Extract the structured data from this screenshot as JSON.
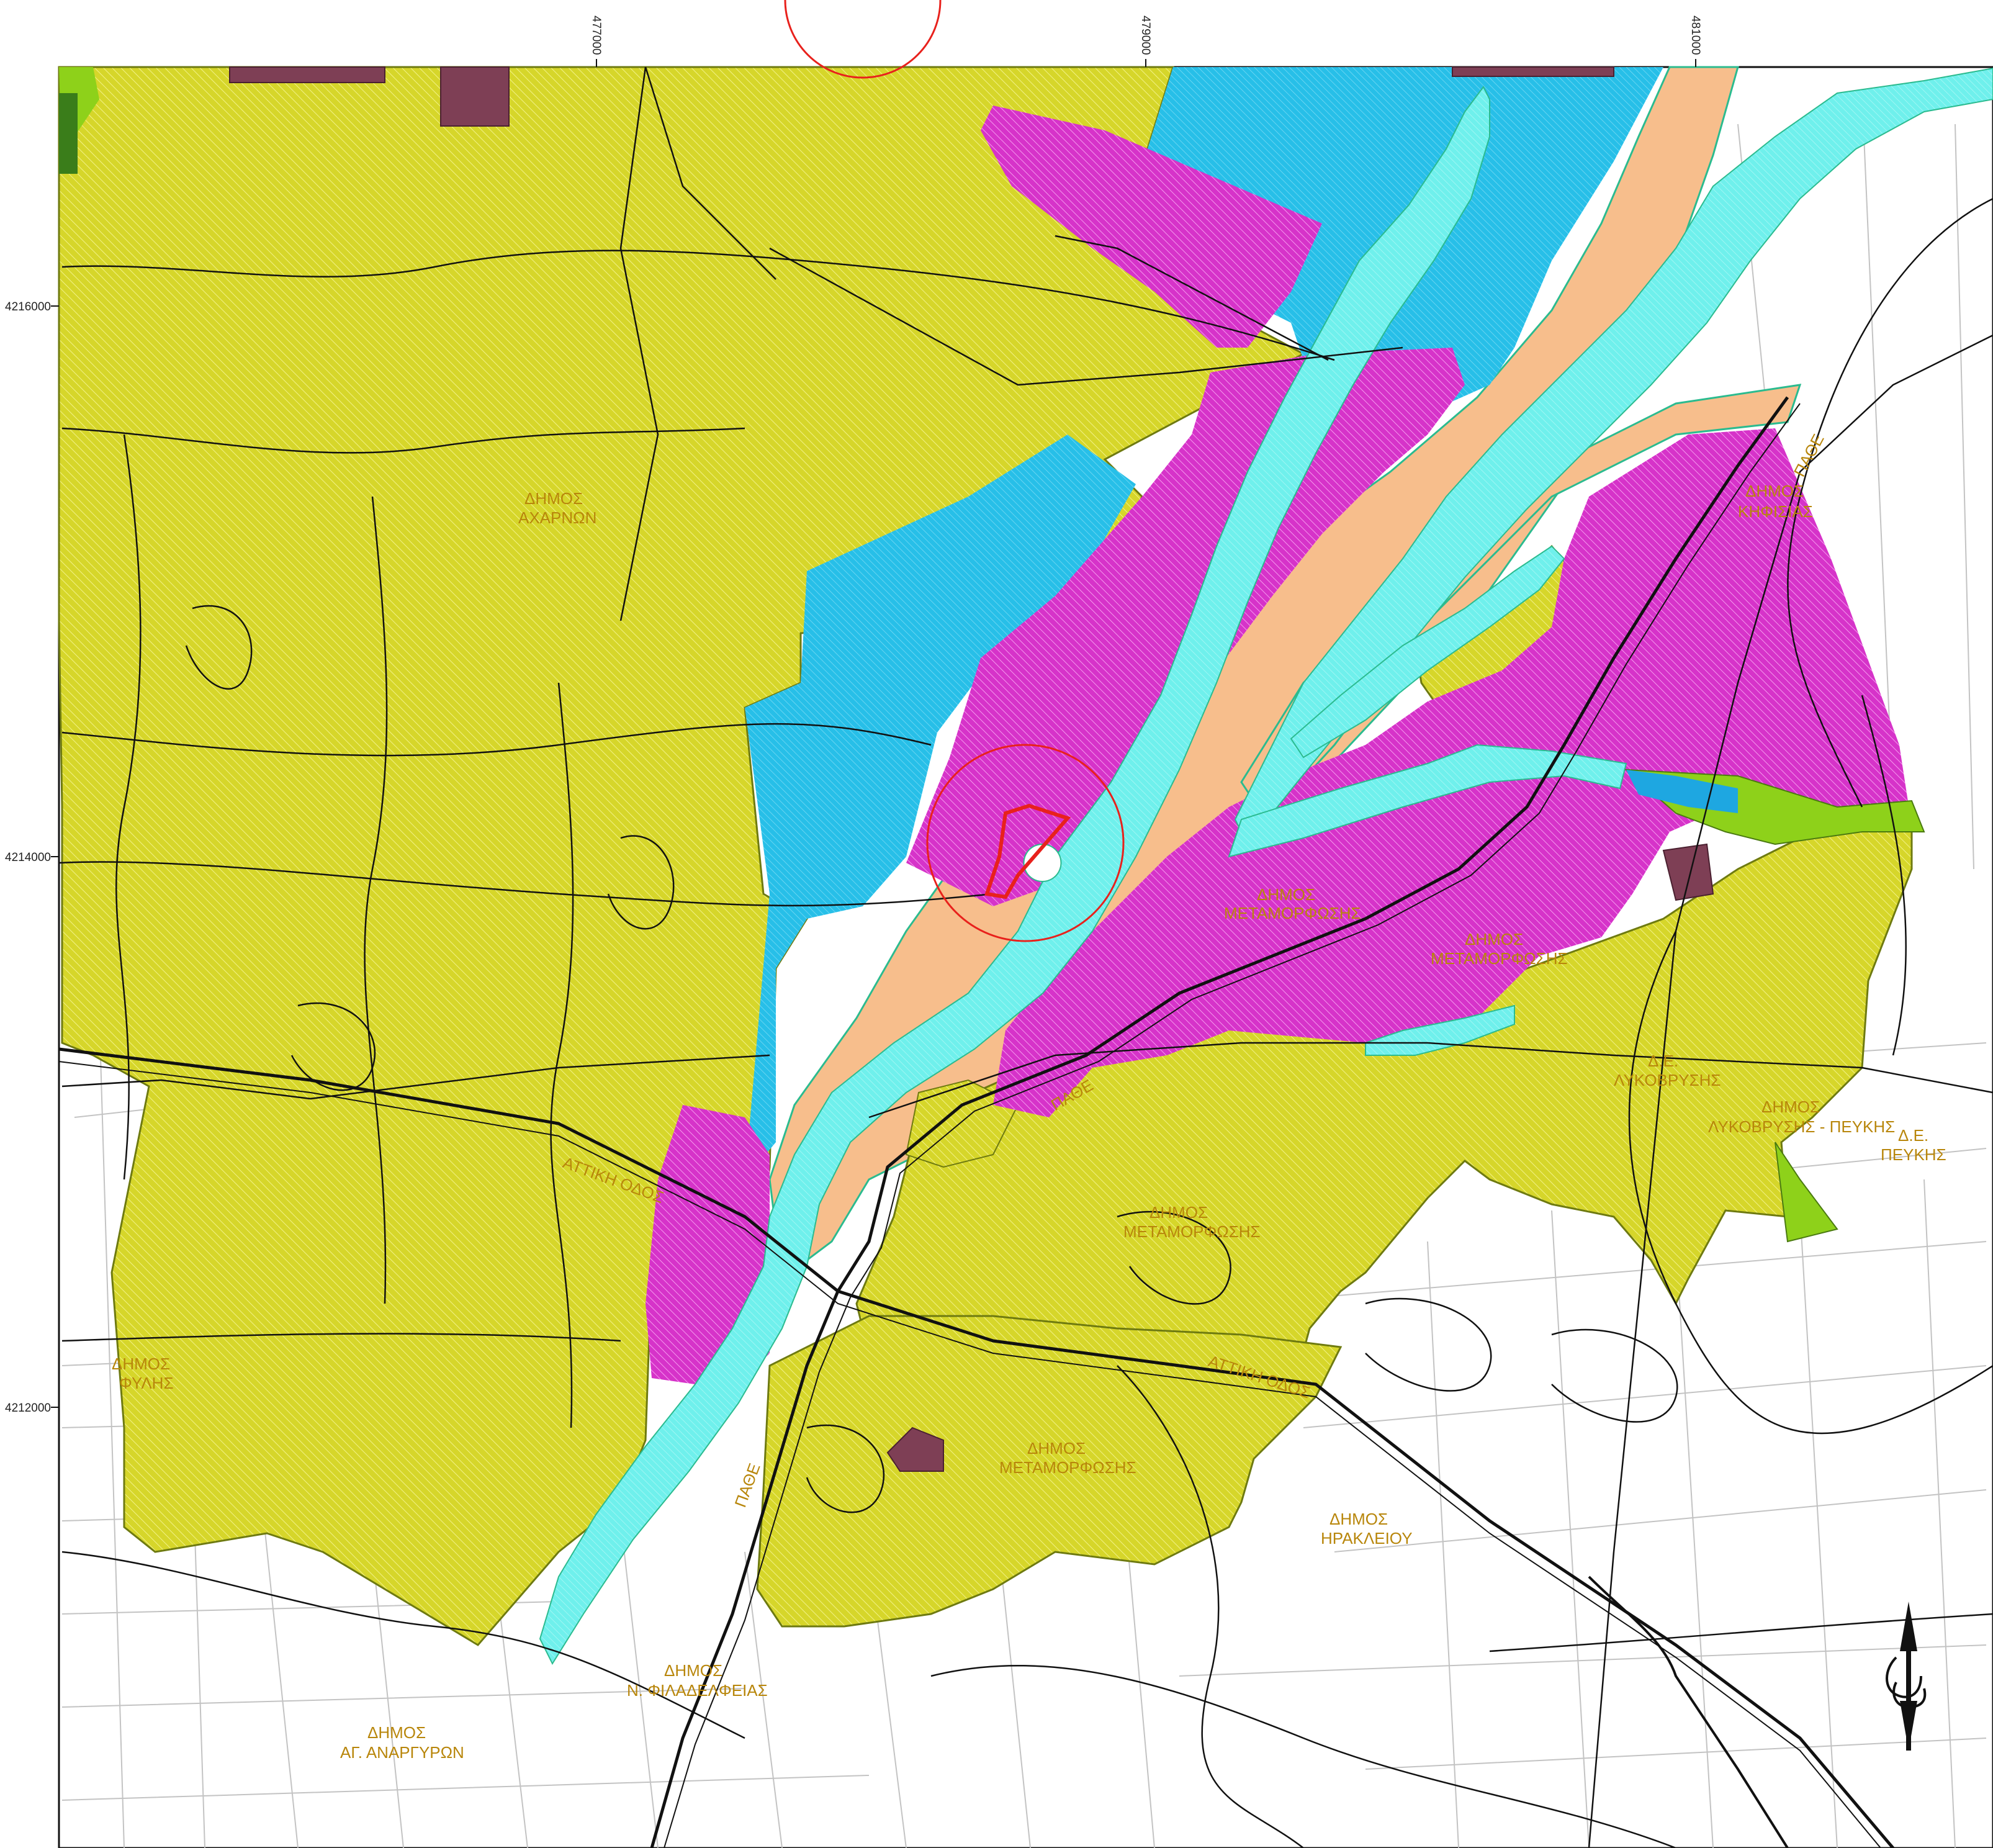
{
  "map": {
    "coords": {
      "x_ticks": [
        "477000",
        "479000",
        "481000"
      ],
      "y_ticks": [
        "4216000",
        "4214000",
        "4212000"
      ]
    },
    "municipalities": {
      "acharnon": [
        "ΔΗΜΟΣ",
        "ΑΧΑΡΝΩΝ"
      ],
      "kifisias": [
        "ΔΗΜΟΣ",
        "ΚΗΦΙΣΙΑΣ"
      ],
      "metamorfosis_a": [
        "ΔΗΜΟΣ",
        "ΜΕΤΑΜΟΡΦΩΣΗΣ"
      ],
      "metamorfosis_b": [
        "ΔΗΜΟΣ",
        "ΜΕΤΑΜΟΡΦΩΣΗΣ"
      ],
      "metamorfosis_c": [
        "ΔΗΜΟΣ",
        "ΜΕΤΑΜΟΡΦΩΣΗΣ"
      ],
      "metamorfosis_d": [
        "ΔΗΜΟΣ",
        "ΜΕΤΑΜΟΡΦΩΣΗΣ"
      ],
      "de_lykovrysis": [
        "Δ.Ε.",
        "ΛΥΚΟΒΡΥΣΗΣ"
      ],
      "lykovrysis_pefkis": [
        "ΔΗΜΟΣ",
        "ΛΥΚΟΒΡΥΣΗΣ - ΠΕΥΚΗΣ"
      ],
      "de_pefkis": [
        "Δ.Ε.",
        "ΠΕΥΚΗΣ"
      ],
      "fylis": [
        "ΔΗΜΟΣ",
        "ΦΥΛΗΣ"
      ],
      "irakleiou": [
        "ΔΗΜΟΣ",
        "ΗΡΑΚΛΕΙΟΥ"
      ],
      "n_filadelfeias": [
        "ΔΗΜΟΣ",
        "Ν. ΦΙΛΑΔΕΛΦΕΙΑΣ"
      ],
      "ag_anargyron": [
        "ΔΗΜΟΣ",
        "ΑΓ. ΑΝΑΡΓΥΡΩΝ"
      ]
    },
    "roads": {
      "pathe_1": "ΠΑΘΕ",
      "pathe_2": "ΠΑΘΕ",
      "pathe_3": "ΠΑΘΕ",
      "attiki_odos_1": "ΑΤΤΙΚΗ ΟΔΟΣ",
      "attiki_odos_2": "ΑΤΤΙΚΗ ΟΔΟΣ"
    },
    "colors": {
      "yellow_zone": "#d6d62a",
      "magenta_zone": "#d633c9",
      "blue_zone": "#27bfe8",
      "orange_zone": "#f7be8c",
      "stream_zone": "#6ff0ec",
      "green_zone": "#8ed11a",
      "maroon_zone": "#7e3f55",
      "highlight": "#e8211c"
    },
    "icons": [
      "north-arrow-icon"
    ]
  }
}
